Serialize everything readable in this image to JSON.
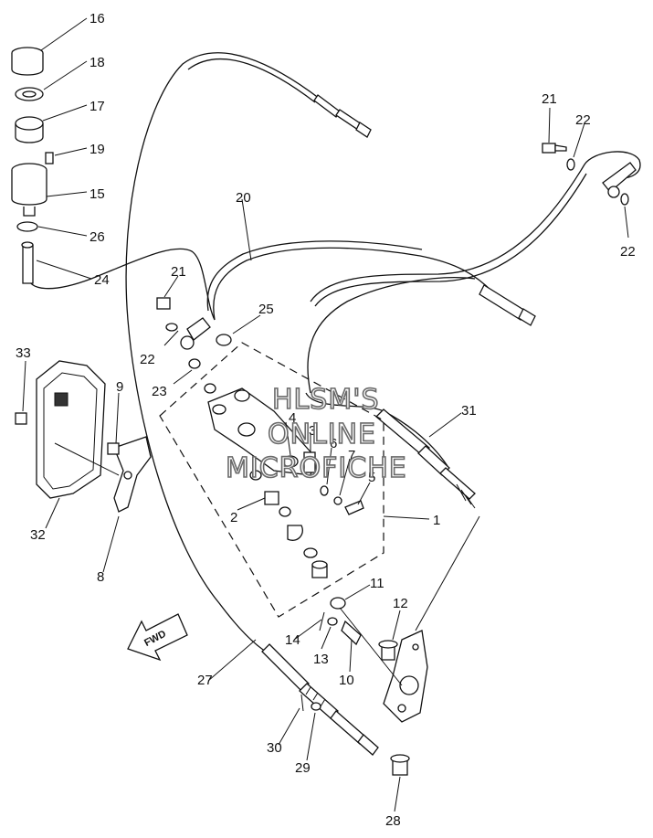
{
  "diagram": {
    "callouts": [
      "16",
      "18",
      "17",
      "19",
      "15",
      "26",
      "24",
      "21",
      "20",
      "22",
      "25",
      "23",
      "33",
      "9",
      "4",
      "3",
      "6",
      "7",
      "5",
      "31",
      "2",
      "1",
      "32",
      "8",
      "11",
      "12",
      "14",
      "13",
      "10",
      "27",
      "30",
      "29",
      "28",
      "21",
      "22",
      "22"
    ],
    "watermark": [
      "HLSM'S",
      "ONLINE",
      "MICROFICHE"
    ],
    "direction_label": "FWD"
  }
}
